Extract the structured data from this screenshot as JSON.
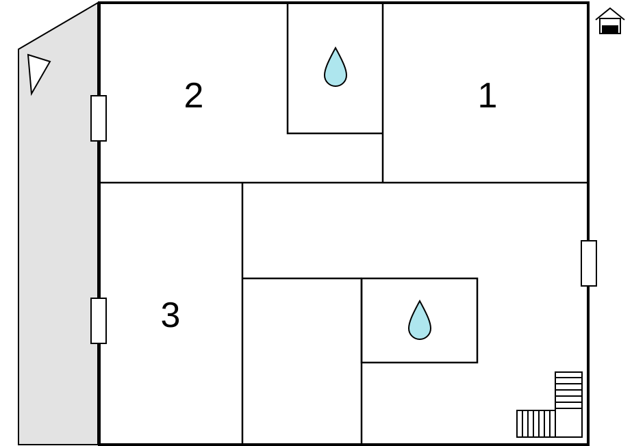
{
  "rooms": [
    {
      "id": "1",
      "label": "1"
    },
    {
      "id": "2",
      "label": "2"
    },
    {
      "id": "3",
      "label": "3"
    }
  ],
  "icons": {
    "bathroom": "water-drop-icon",
    "house": "house-icon",
    "stairs": "stairs-icon"
  },
  "colors": {
    "terrace": "#e3e3e3",
    "water": "#aee6ee",
    "stroke": "#000000",
    "background": "#ffffff"
  }
}
